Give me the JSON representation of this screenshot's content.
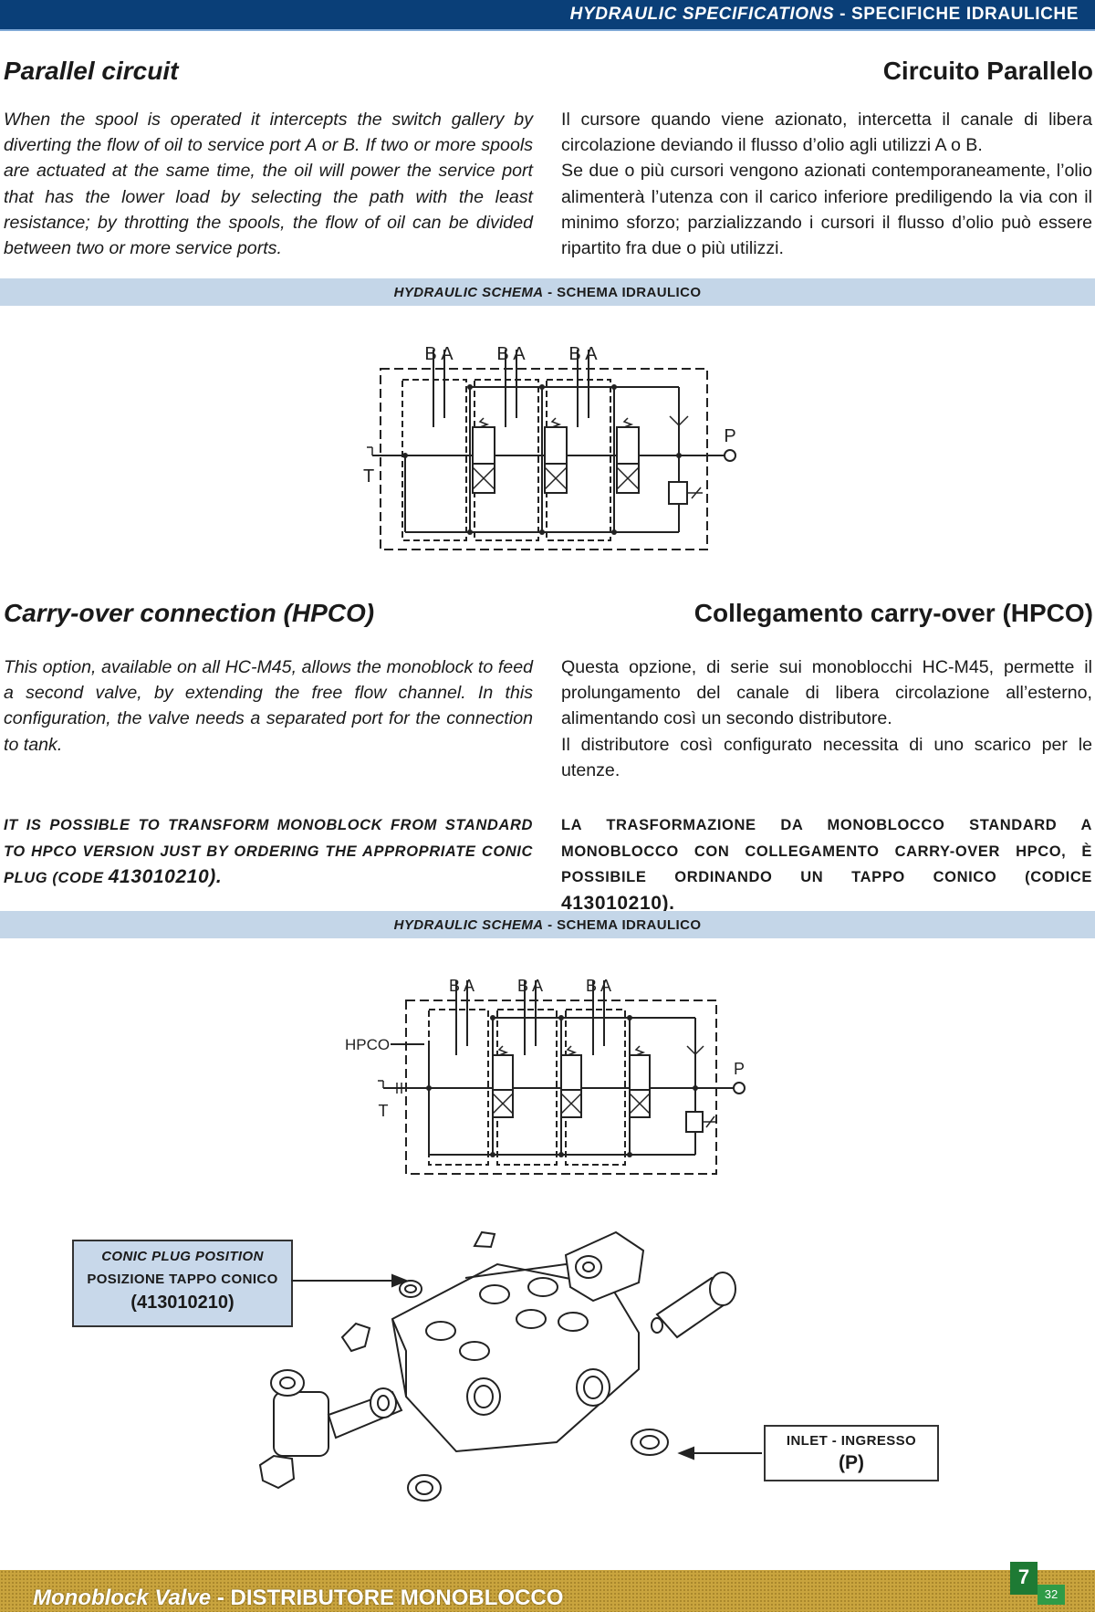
{
  "header": {
    "title_en": "HYDRAULIC SPECIFICATIONS",
    "sep": "-",
    "title_it": "SPECIFICHE IDRAULICHE"
  },
  "section1": {
    "title_en": "Parallel circuit",
    "title_it": "Circuito Parallelo",
    "body_en": "When the spool is operated it intercepts the switch gallery by diverting the flow of oil to service port A or B. If two or more spools are actuated at the same time, the oil will power the service port that has the lower load by selecting the path with the least resistance; by throtting the spools, the flow of oil can be divided between two or more service ports.",
    "body_it_1": "Il cursore quando viene azionato, intercetta il canale di libera circolazione deviando il flusso d’olio agli utilizzi A o B.",
    "body_it_2": "Se due o più cursori vengono azionati contemporaneamente, l’olio alimenterà l’utenza con il carico inferiore prediligendo la via con il minimo sforzo; parzializzando i cursori il flusso d’olio può essere ripartito fra due o più utilizzi."
  },
  "schema_band": {
    "en": "HYDRAULIC SCHEMA",
    "sep": "-",
    "it": "SCHEMA IDRAULICO"
  },
  "schema1": {
    "port_labels": [
      "B A",
      "B A",
      "B A"
    ],
    "p_label": "P",
    "t_label": "T"
  },
  "section2": {
    "title_en": "Carry-over connection (HPCO)",
    "title_it": "Collegamento carry-over (HPCO)",
    "body_en": "This option, available on all HC-M45, allows the monoblock to feed a second valve, by extending the free flow channel. In this configuration, the valve needs a separated port for the connection to tank.",
    "body_it_1": "Questa opzione, di serie sui monoblocchi HC-M45, permette il prolungamento del canale di libera circolazione all’esterno, alimentando così un secondo distributore.",
    "body_it_2": "Il distributore così configurato necessita di uno scarico per le utenze.",
    "note_en_text": "IT IS POSSIBLE TO TRANSFORM MONOBLOCK FROM STANDARD TO HPCO VERSION JUST BY ORDERING THE APPROPRIATE CONIC PLUG (CODE",
    "note_en_code": "413010210).",
    "note_it_text": "LA TRASFORMAZIONE DA MONOBLOCCO STANDARD A MONOBLOCCO CON COLLEGAMENTO CARRY-OVER HPCO, È POSSIBILE ORDINANDO UN TAPPO CONICO (CODICE",
    "note_it_code": "413010210)."
  },
  "schema2": {
    "port_labels": [
      "B A",
      "B A",
      "B A"
    ],
    "p_label": "P",
    "t_label": "T",
    "hpco_label": "HPCO"
  },
  "callouts": {
    "plug_line1": "CONIC PLUG POSITION",
    "plug_line2": "POSIZIONE TAPPO CONICO",
    "plug_code": "(413010210)",
    "inlet_line": "INLET - INGRESSO",
    "inlet_port": "(P)"
  },
  "footer": {
    "en": "Monoblock Valve",
    "sep": "-",
    "it": "DISTRIBUTORE MONOBLOCCO",
    "page": "7",
    "page_total": "32"
  },
  "colors": {
    "header_bg": "#0a3f78",
    "band_bg": "#c4d6e8",
    "footer_bg": "#c9a43e",
    "page_badge": "#1e7a34"
  }
}
